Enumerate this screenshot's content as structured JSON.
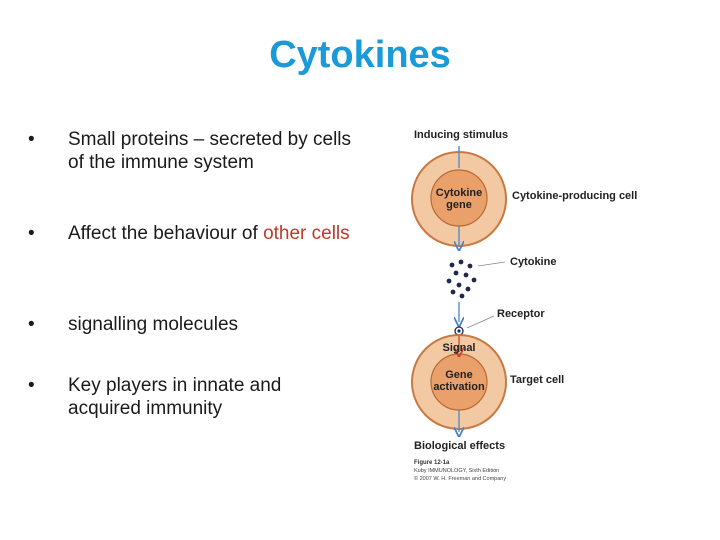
{
  "title": "Cytokines",
  "bullets": [
    {
      "text": "Small proteins – secreted by cells of the immune system"
    },
    {
      "text": "Affect the behaviour of ",
      "highlight": "other cells"
    },
    {
      "text": "signalling molecules"
    },
    {
      "text": "Key players in innate and acquired immunity"
    }
  ],
  "bullet_char": "•",
  "diagram": {
    "inducing_stimulus": "Inducing stimulus",
    "cytokine_gene_line1": "Cytokine",
    "cytokine_gene_line2": "gene",
    "producing_cell": "Cytokine-producing cell",
    "cytokine": "Cytokine",
    "receptor": "Receptor",
    "signal": "Signal",
    "gene_activation_line1": "Gene",
    "gene_activation_line2": "activation",
    "target_cell": "Target cell",
    "biological_effects": "Biological effects",
    "caption_line1": "Figure 12-1a",
    "caption_line2": "Kuby IMMUNOLOGY, Sixth Edition",
    "caption_line3": "© 2007 W. H. Freeman and Company"
  },
  "colors": {
    "title": "#1a9bd7",
    "highlight": "#c0392b",
    "cell_outer": "#f3c9a4",
    "cell_border": "#c87941",
    "nucleus": "#e9a06a",
    "arrow": "#4a86c5",
    "arrow_red": "#d0442c",
    "dots": "#1f2a4a"
  }
}
